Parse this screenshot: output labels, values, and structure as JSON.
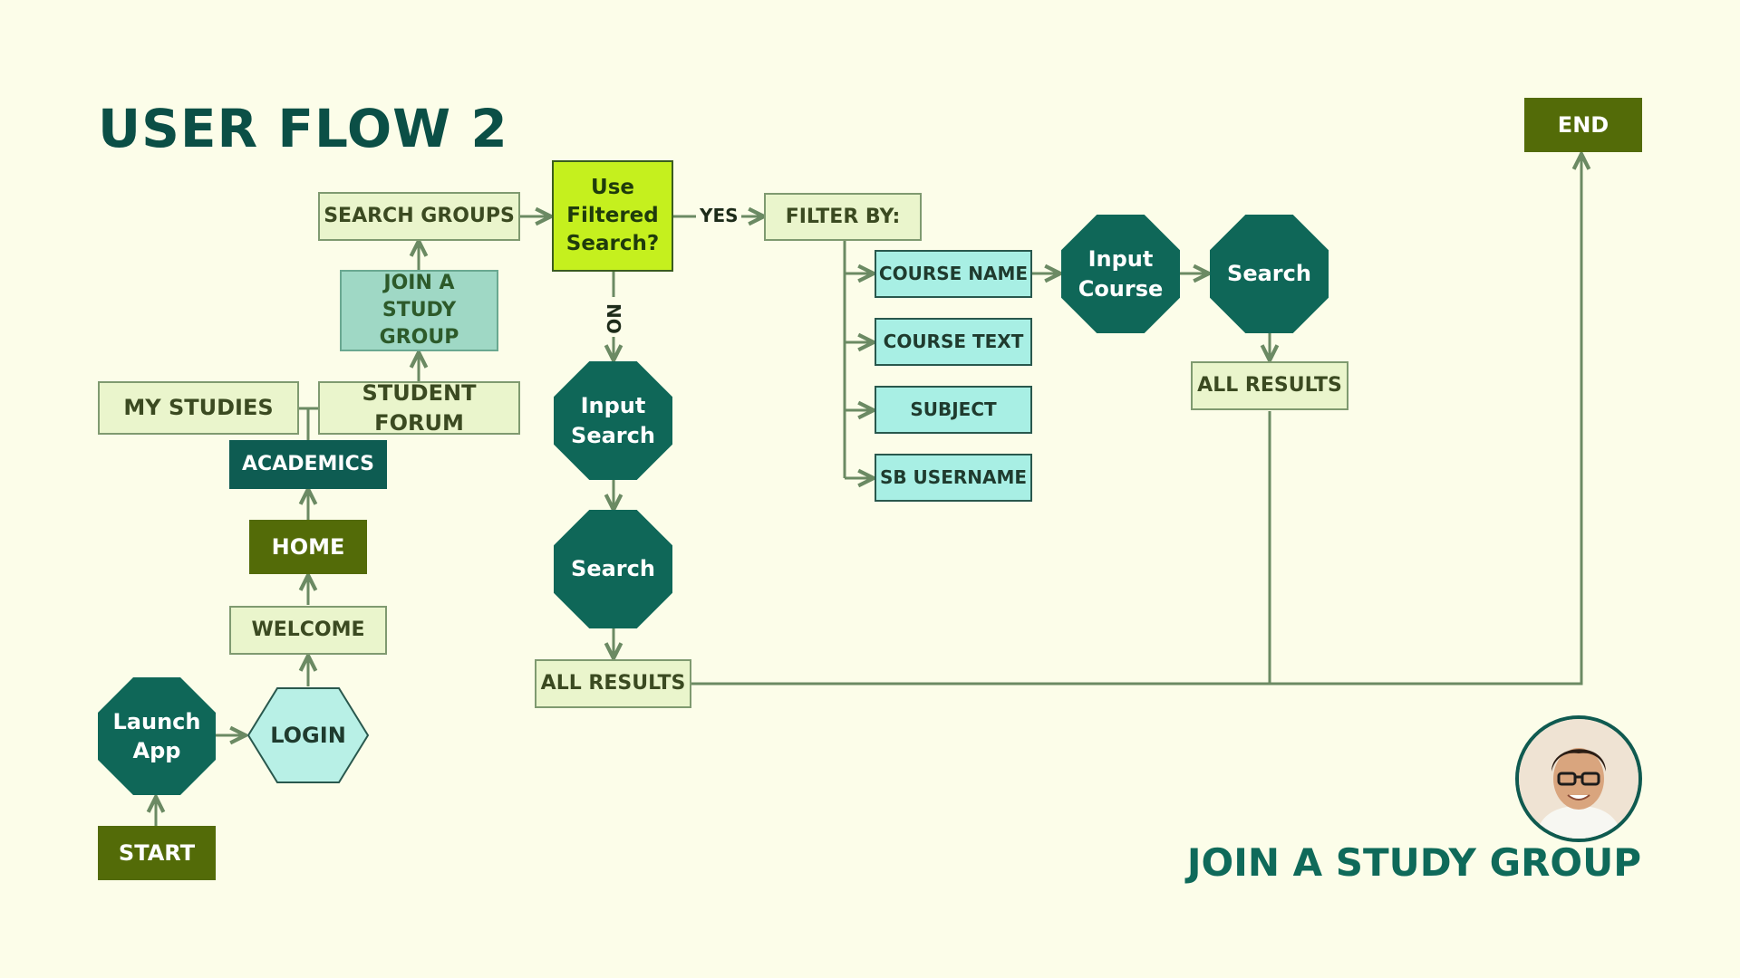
{
  "title": "USER FLOW 2",
  "subtitle": "JOIN A STUDY GROUP",
  "colors": {
    "background": "#fcfde9",
    "title": "#0b4f46",
    "connector": "#6b8a63",
    "octagon": "#0f6758",
    "dark_green": "#536b08",
    "lime": "#c5f01e",
    "aqua": "#a8efe4",
    "light": "#eaf5cc"
  },
  "nodes": {
    "start": "START",
    "launch_app": "Launch App",
    "login": "LOGIN",
    "welcome": "WELCOME",
    "home": "HOME",
    "academics": "ACADEMICS",
    "my_studies": "MY STUDIES",
    "student_forum": "STUDENT FORUM",
    "join_study_group": "JOIN A STUDY GROUP",
    "search_groups": "SEARCH GROUPS",
    "use_filtered_search": "Use Filtered Search?",
    "filter_by": "FILTER BY:",
    "course_name": "COURSE NAME",
    "course_text": "COURSE TEXT",
    "subject": "SUBJECT",
    "sb_username": "SB USERNAME",
    "input_course": "Input Course",
    "search_right": "Search",
    "all_results_right": "ALL RESULTS",
    "input_search": "Input Search",
    "search_left": "Search",
    "all_results_left": "ALL RESULTS",
    "end": "END"
  },
  "edge_labels": {
    "yes": "YES",
    "no": "NO"
  },
  "avatar_icon": "person-avatar-icon"
}
